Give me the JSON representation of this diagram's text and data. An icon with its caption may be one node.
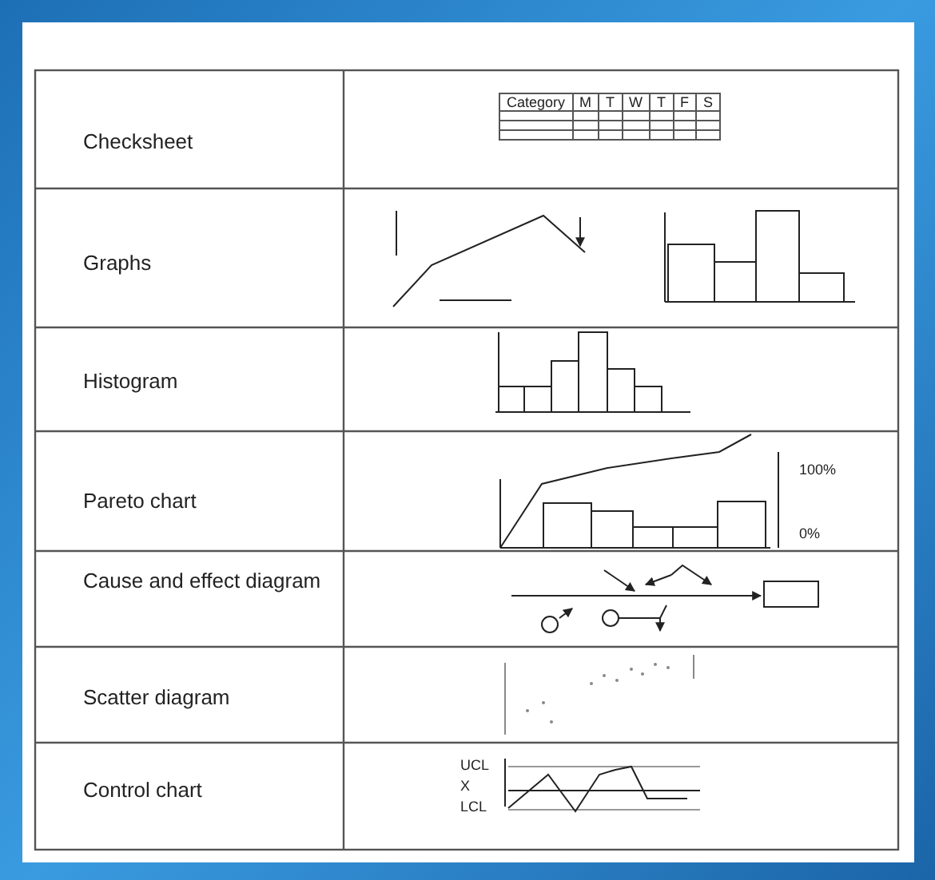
{
  "diagram": {
    "labels": [
      "Checksheet",
      "Category",
      "M",
      "T",
      "W",
      "T",
      "F",
      "S",
      "Graphs",
      "Histogram",
      "Pareto chart",
      "100%",
      "0%",
      "Cause and effect diagram",
      "Scatter diagram",
      "Control chart",
      "UCL",
      "X",
      "LCL"
    ]
  }
}
